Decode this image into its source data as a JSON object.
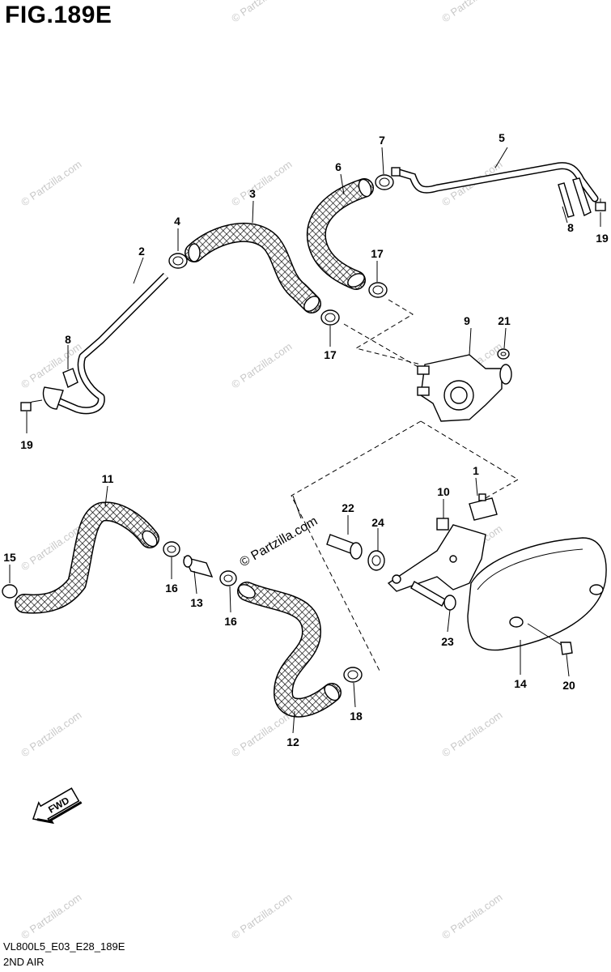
{
  "figure_title": "FIG.189E",
  "footer": {
    "code": "VL800L5_E03_E28_189E",
    "name": "2ND AIR"
  },
  "watermark": "© Partzilla.com",
  "fwd_label": "FWD",
  "callouts": [
    "1",
    "2",
    "3",
    "4",
    "5",
    "6",
    "7",
    "8",
    "8",
    "9",
    "10",
    "11",
    "12",
    "13",
    "14",
    "15",
    "16",
    "16",
    "17",
    "17",
    "18",
    "19",
    "19",
    "20",
    "21",
    "22",
    "23",
    "24"
  ]
}
